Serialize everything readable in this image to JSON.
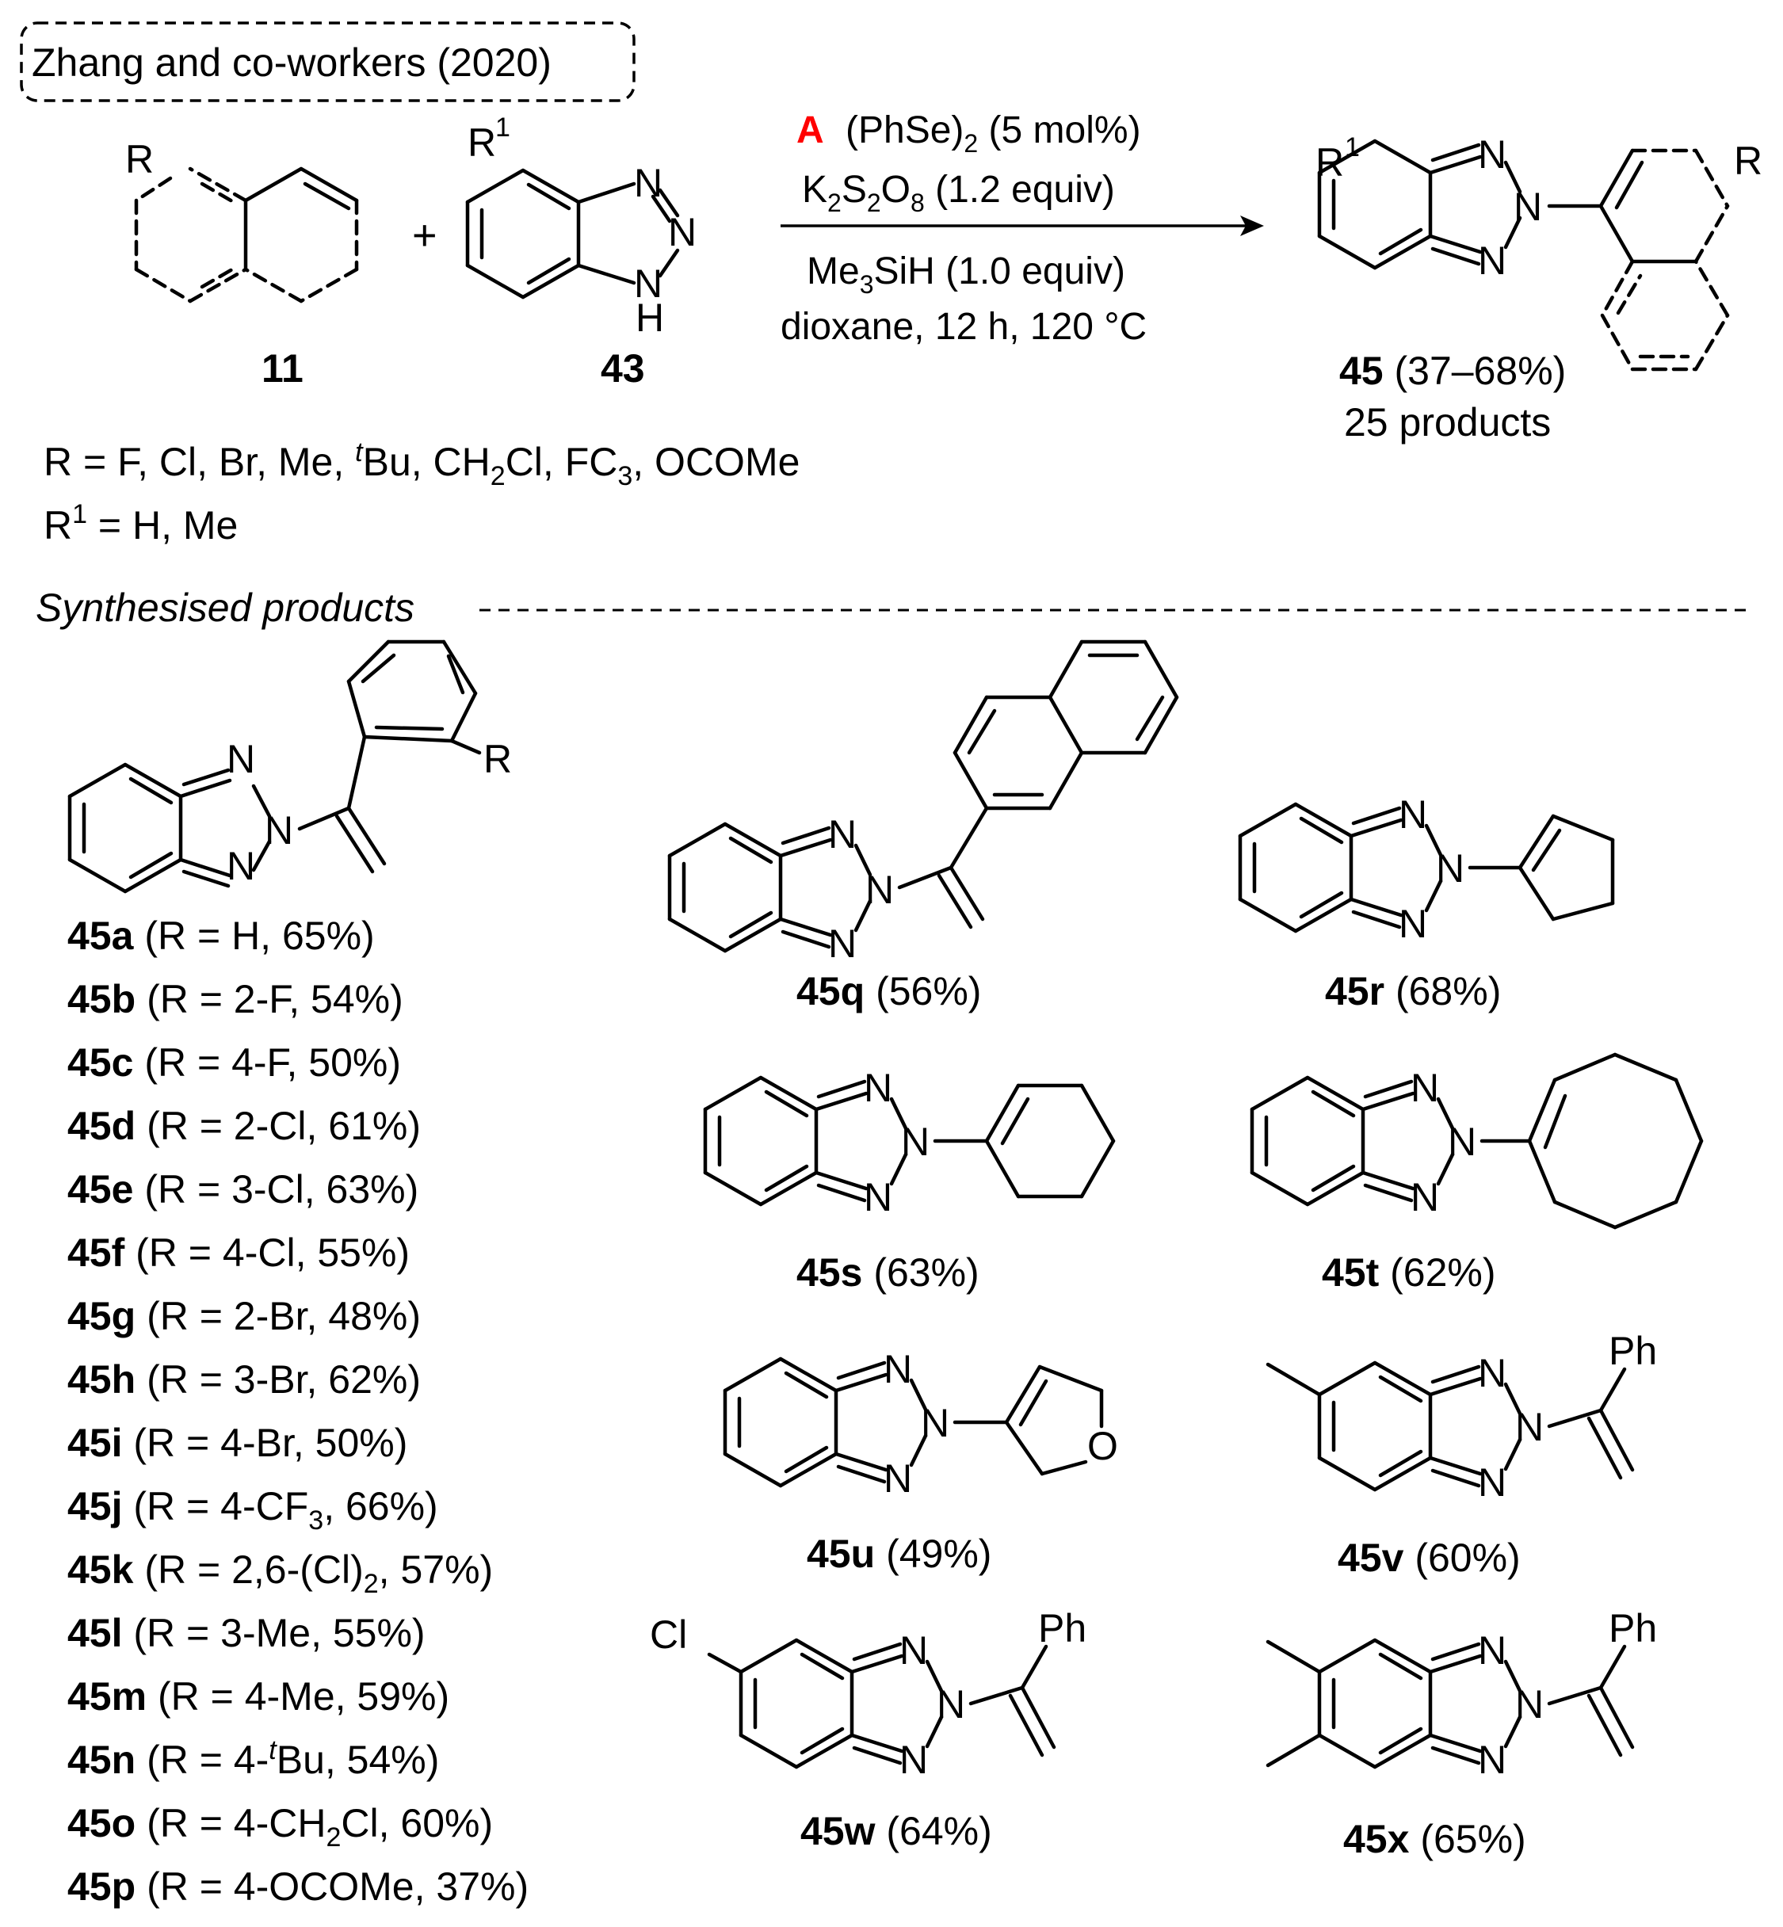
{
  "header": {
    "authors": "Zhang and co-workers (2020)"
  },
  "reaction": {
    "reagent_label": "A",
    "reagent_label_color": "#ff0000",
    "cond1_a": "(PhSe)",
    "cond1_b": "2",
    "cond1_c": " (5 mol%)",
    "cond2_a": "K",
    "cond2_b": "2",
    "cond2_c": "S",
    "cond2_d": "2",
    "cond2_e": "O",
    "cond2_f": "8",
    "cond2_g": " (1.2 equiv)",
    "cond3_a": "Me",
    "cond3_b": "3",
    "cond3_c": "SiH (1.0 equiv)",
    "cond4": "dioxane, 12 h, 120 °C",
    "sm1_id": "11",
    "sm2_id": "43",
    "plus": "+",
    "product_id": "45",
    "product_yield": " (37–68%)",
    "product_count": "25 products"
  },
  "atoms": {
    "R": "R",
    "R1": "R",
    "sup1": "1",
    "N": "N",
    "H": "H",
    "O": "O",
    "Cl": "Cl",
    "Ph": "Ph"
  },
  "definitions": {
    "r_line_a": "R = F,  Cl, Br, Me, ",
    "r_line_t": "t",
    "r_line_b": "Bu, CH",
    "r_line_sub2": "2",
    "r_line_c": "Cl, FC",
    "r_line_sub3": "3",
    "r_line_d": ", OCOMe",
    "r1_line_a": "R",
    "r1_line_sup": "1",
    "r1_line_b": " = H, Me"
  },
  "section_title": "Synthesised products",
  "series_45": [
    {
      "id": "45a",
      "text": " (R = H, 65%)"
    },
    {
      "id": "45b",
      "text": " (R = 2-F,  54%)"
    },
    {
      "id": "45c",
      "text": " (R = 4-F,  50%)"
    },
    {
      "id": "45d",
      "text": " (R = 2-Cl, 61%)"
    },
    {
      "id": "45e",
      "text": " (R = 3-Cl, 63%)"
    },
    {
      "id": "45f",
      "text": " (R = 4-Cl, 55%)"
    },
    {
      "id": "45g",
      "text": " (R = 2-Br, 48%)"
    },
    {
      "id": "45h",
      "text": " (R = 3-Br, 62%)"
    },
    {
      "id": "45i",
      "text": " (R = 4-Br,  50%)"
    },
    {
      "id": "45j",
      "text_a": " (R = 4-CF",
      "sub": "3",
      "text_b": ", 66%)"
    },
    {
      "id": "45k",
      "text_a": " (R = 2,6-(Cl)",
      "sub": "2",
      "text_b": ", 57%)"
    },
    {
      "id": "45l",
      "text": " (R = 3-Me, 55%)"
    },
    {
      "id": "45m",
      "text": " (R = 4-Me, 59%)"
    },
    {
      "id": "45n",
      "text_a": " (R = 4-",
      "sup": "t",
      "text_b": "Bu, 54%)"
    },
    {
      "id": "45o",
      "text_a": " (R = 4-CH",
      "sub": "2",
      "text_b": "Cl, 60%)"
    },
    {
      "id": "45p",
      "text": " (R = 4-OCOMe, 37%)"
    }
  ],
  "products": {
    "q": {
      "id": "45q",
      "yield": " (56%)"
    },
    "r": {
      "id": "45r",
      "yield": " (68%)"
    },
    "s": {
      "id": "45s",
      "yield": " (63%)"
    },
    "t": {
      "id": "45t",
      "yield": " (62%)"
    },
    "u": {
      "id": "45u",
      "yield": " (49%)"
    },
    "v": {
      "id": "45v",
      "yield": " (60%)"
    },
    "w": {
      "id": "45w",
      "yield": " (64%)"
    },
    "x": {
      "id": "45x",
      "yield": " (65%)"
    }
  }
}
